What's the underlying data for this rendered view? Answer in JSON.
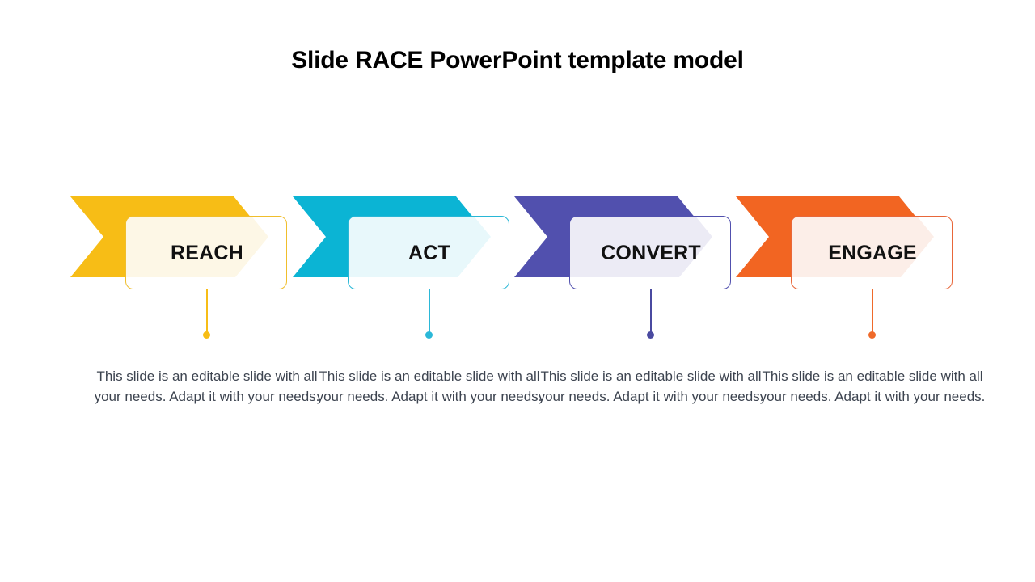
{
  "slide": {
    "title": "Slide RACE PowerPoint template model",
    "background": "#FFFFFF",
    "title_color": "#000000",
    "body_text_color": "#3D4450"
  },
  "steps": [
    {
      "label": "REACH",
      "description": "This slide is an editable slide with all your needs. Adapt it with your needs.",
      "color": "#F7BD16",
      "tint": "#FDF7E6",
      "border": "#F0BE2C",
      "dot": "#F7BD16"
    },
    {
      "label": "ACT",
      "description": "This slide is an editable slide with all your needs. Adapt it with your needs.",
      "color": "#0BB4D4",
      "tint": "#E8F8FB",
      "border": "#28B7D6",
      "dot": "#2BB8D8"
    },
    {
      "label": "CONVERT",
      "description": "This slide is an editable slide with all your needs. Adapt it with your needs.",
      "color": "#5150AE",
      "tint": "#ECEBF5",
      "border": "#5150AE",
      "dot": "#4A4AA0"
    },
    {
      "label": "ENGAGE",
      "description": "This slide is an editable slide with all your needs. Adapt it with your needs.",
      "color": "#F26522",
      "tint": "#FCEEE8",
      "border": "#E8673A",
      "dot": "#EF6A2B"
    }
  ]
}
